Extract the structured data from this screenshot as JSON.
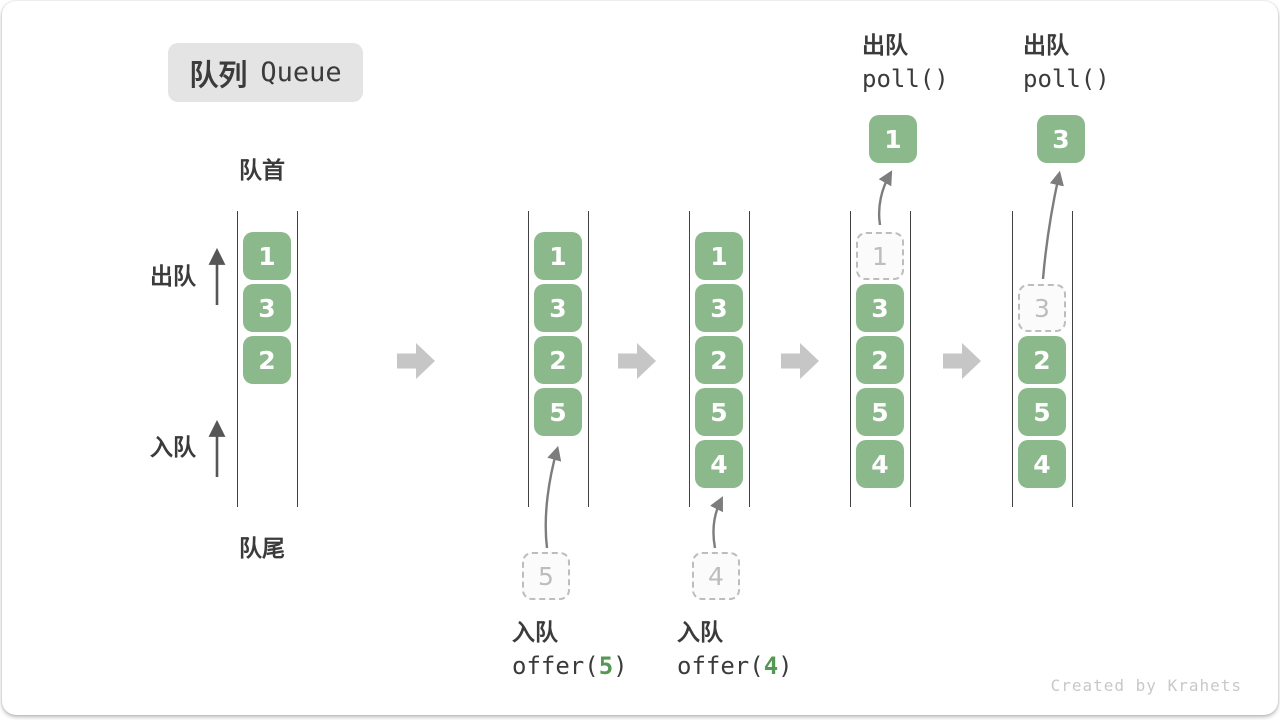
{
  "title": {
    "zh": "队列",
    "en": "Queue"
  },
  "side_labels": {
    "front": "队首",
    "rear": "队尾",
    "dequeue": "出队",
    "enqueue": "入队"
  },
  "queues": [
    {
      "cells": [
        {
          "value": "1"
        },
        {
          "value": "3"
        },
        {
          "value": "2"
        }
      ]
    },
    {
      "cells": [
        {
          "value": "1"
        },
        {
          "value": "3"
        },
        {
          "value": "2"
        },
        {
          "value": "5"
        }
      ],
      "incoming": {
        "value": "5"
      },
      "annotation": {
        "zh": "入队",
        "code_pre": "offer(",
        "code_arg": "5",
        "code_post": ")"
      }
    },
    {
      "cells": [
        {
          "value": "1"
        },
        {
          "value": "3"
        },
        {
          "value": "2"
        },
        {
          "value": "5"
        },
        {
          "value": "4"
        }
      ],
      "incoming": {
        "value": "4"
      },
      "annotation": {
        "zh": "入队",
        "code_pre": "offer(",
        "code_arg": "4",
        "code_post": ")"
      }
    },
    {
      "cells": [
        {
          "value": "1",
          "ghost": true
        },
        {
          "value": "3"
        },
        {
          "value": "2"
        },
        {
          "value": "5"
        },
        {
          "value": "4"
        }
      ],
      "outgoing": {
        "value": "1"
      },
      "annotation": {
        "zh": "出队",
        "code": "poll()"
      }
    },
    {
      "cells": [
        {
          "value": "3",
          "ghost": true
        },
        {
          "value": "2"
        },
        {
          "value": "5"
        },
        {
          "value": "4"
        }
      ],
      "outgoing": {
        "value": "3"
      },
      "annotation": {
        "zh": "出队",
        "code": "poll()"
      }
    }
  ],
  "watermark": "Created by Krahets",
  "colors": {
    "cell_green": "#8CB98C",
    "code_green": "#539953",
    "ghost_gray": "#BDBDBD",
    "block_arrow_gray": "#C6C6C6",
    "channel_line": "#424242",
    "badge_bg": "#E4E4E4"
  }
}
